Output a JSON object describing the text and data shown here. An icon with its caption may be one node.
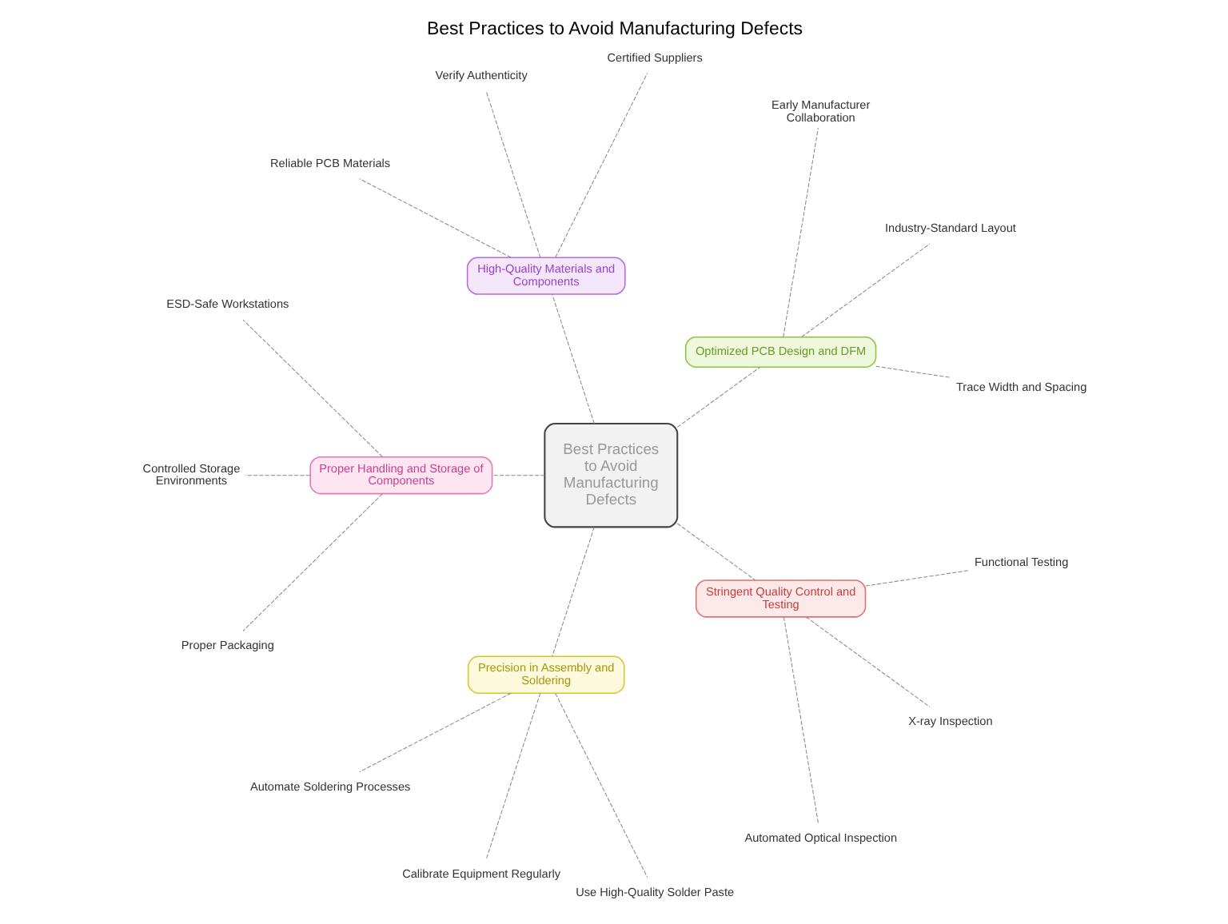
{
  "diagram": {
    "title": "Best Practices to Avoid Manufacturing Defects",
    "nodes": [
      {
        "text": [
          "Best Practices to Avoid Manufacturing Defects"
        ]
      },
      {
        "text": [
          "Optimized PCB Design and DFM"
        ]
      },
      {
        "text": [
          "Trace Width and Spacing"
        ]
      },
      {
        "text": [
          "Industry-Standard Layout"
        ]
      },
      {
        "text": [
          "Early Manufacturer Collaboration"
        ]
      },
      {
        "text": [
          "High-Quality Materials and Components"
        ]
      },
      {
        "text": [
          "Certified Suppliers"
        ]
      },
      {
        "text": [
          "Verify Authenticity"
        ]
      },
      {
        "text": [
          "Reliable PCB Materials"
        ]
      },
      {
        "text": [
          "Proper Handling and Storage of Components"
        ]
      },
      {
        "text": [
          "ESD-Safe Workstations"
        ]
      },
      {
        "text": [
          "Controlled Storage Environments"
        ]
      },
      {
        "text": [
          "Proper Packaging"
        ]
      },
      {
        "text": [
          "Precision in Assembly and Soldering"
        ]
      },
      {
        "text": [
          "Automate Soldering Processes"
        ]
      },
      {
        "text": [
          "Calibrate Equipment Regularly"
        ]
      },
      {
        "text": [
          "Use High-Quality Solder Paste"
        ]
      },
      {
        "text": [
          "Stringent Quality Control and Testing"
        ]
      },
      {
        "text": [
          "Automated Optical Inspection"
        ]
      },
      {
        "text": [
          "X-ray Inspection"
        ]
      },
      {
        "text": [
          "Functional Testing"
        ]
      }
    ],
    "edges": [
      {
        "from": 0,
        "to": 1,
        "arrow": "none",
        "style": "dashed"
      },
      {
        "from": 1,
        "to": 2,
        "arrow": "none",
        "style": "dashed"
      },
      {
        "from": 1,
        "to": 3,
        "arrow": "none",
        "style": "dashed"
      },
      {
        "from": 1,
        "to": 4,
        "arrow": "none",
        "style": "dashed"
      },
      {
        "from": 0,
        "to": 5,
        "arrow": "none",
        "style": "dashed"
      },
      {
        "from": 5,
        "to": 6,
        "arrow": "none",
        "style": "dashed"
      },
      {
        "from": 5,
        "to": 7,
        "arrow": "none",
        "style": "dashed"
      },
      {
        "from": 5,
        "to": 8,
        "arrow": "none",
        "style": "dashed"
      },
      {
        "from": 0,
        "to": 9,
        "arrow": "none",
        "style": "dashed"
      },
      {
        "from": 9,
        "to": 10,
        "arrow": "none",
        "style": "dashed"
      },
      {
        "from": 9,
        "to": 11,
        "arrow": "none",
        "style": "dashed"
      },
      {
        "from": 9,
        "to": 12,
        "arrow": "none",
        "style": "dashed"
      },
      {
        "from": 0,
        "to": 13,
        "arrow": "none",
        "style": "dashed"
      },
      {
        "from": 13,
        "to": 14,
        "arrow": "none",
        "style": "dashed"
      },
      {
        "from": 13,
        "to": 15,
        "arrow": "none",
        "style": "dashed"
      },
      {
        "from": 13,
        "to": 16,
        "arrow": "none",
        "style": "dashed"
      },
      {
        "from": 0,
        "to": 17,
        "arrow": "none",
        "style": "dashed"
      },
      {
        "from": 17,
        "to": 18,
        "arrow": "none",
        "style": "dashed"
      },
      {
        "from": 17,
        "to": 19,
        "arrow": "none",
        "style": "dashed"
      },
      {
        "from": 17,
        "to": 20,
        "arrow": "none",
        "style": "dashed"
      }
    ]
  }
}
